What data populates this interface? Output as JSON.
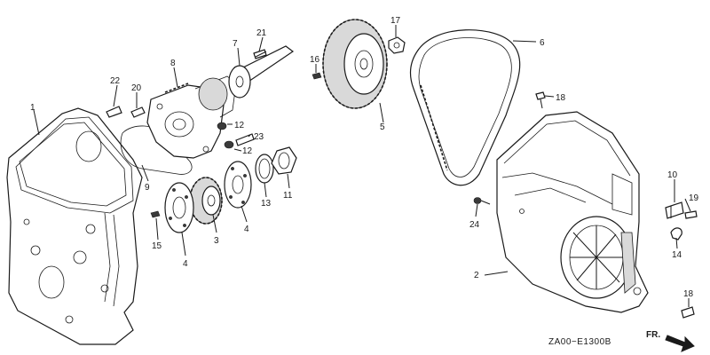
{
  "diagram": {
    "part_code": "ZA00−E1300B",
    "front_marker": "FR.",
    "callouts": [
      {
        "id": "c1",
        "label": "1"
      },
      {
        "id": "c2",
        "label": "2"
      },
      {
        "id": "c3",
        "label": "3"
      },
      {
        "id": "c4a",
        "label": "4"
      },
      {
        "id": "c4b",
        "label": "4"
      },
      {
        "id": "c5",
        "label": "5"
      },
      {
        "id": "c6",
        "label": "6"
      },
      {
        "id": "c7",
        "label": "7"
      },
      {
        "id": "c8",
        "label": "8"
      },
      {
        "id": "c9",
        "label": "9"
      },
      {
        "id": "c10",
        "label": "10"
      },
      {
        "id": "c11",
        "label": "11"
      },
      {
        "id": "c12a",
        "label": "12"
      },
      {
        "id": "c12b",
        "label": "12"
      },
      {
        "id": "c13",
        "label": "13"
      },
      {
        "id": "c14",
        "label": "14"
      },
      {
        "id": "c15",
        "label": "15"
      },
      {
        "id": "c16",
        "label": "16"
      },
      {
        "id": "c17",
        "label": "17"
      },
      {
        "id": "c18a",
        "label": "18"
      },
      {
        "id": "c18b",
        "label": "18"
      },
      {
        "id": "c19",
        "label": "19"
      },
      {
        "id": "c20",
        "label": "20"
      },
      {
        "id": "c21",
        "label": "21"
      },
      {
        "id": "c22",
        "label": "22"
      },
      {
        "id": "c23",
        "label": "23"
      },
      {
        "id": "c24",
        "label": "24"
      }
    ]
  }
}
